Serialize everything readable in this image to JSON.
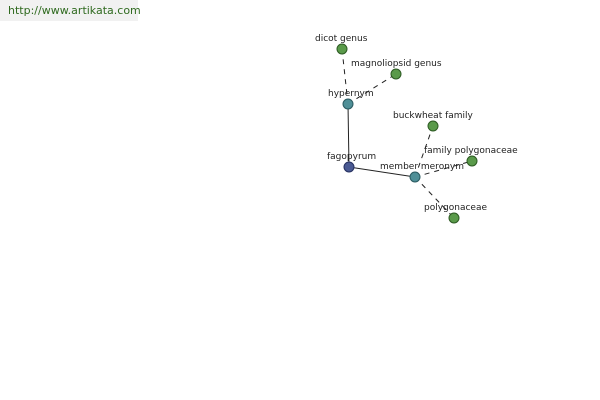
{
  "header": {
    "url": "http://www.artikata.com"
  },
  "graph": {
    "nodes": [
      {
        "id": "dicot",
        "label": "dicot genus",
        "color": "#5a9a4a",
        "stroke": "#2d5a23"
      },
      {
        "id": "magnoliopsid",
        "label": "magnoliopsid genus",
        "color": "#5a9a4a",
        "stroke": "#2d5a23"
      },
      {
        "id": "hypernym",
        "label": "hypernym",
        "color": "#4f8f97",
        "stroke": "#2a5a60"
      },
      {
        "id": "fagopyrum",
        "label": "fagopyrum",
        "color": "#4a5a92",
        "stroke": "#263060"
      },
      {
        "id": "member_meronym",
        "label": "member meronym",
        "color": "#4f8f97",
        "stroke": "#2a5a60"
      },
      {
        "id": "buckwheat",
        "label": "buckwheat family",
        "color": "#5a9a4a",
        "stroke": "#2d5a23"
      },
      {
        "id": "family_poly",
        "label": "family polygonaceae",
        "color": "#5a9a4a",
        "stroke": "#2d5a23"
      },
      {
        "id": "polygonaceae",
        "label": "polygonaceae",
        "color": "#5a9a4a",
        "stroke": "#2d5a23"
      }
    ],
    "edges": [
      {
        "from": "fagopyrum",
        "to": "hypernym",
        "style": "solid"
      },
      {
        "from": "fagopyrum",
        "to": "member_meronym",
        "style": "solid"
      },
      {
        "from": "hypernym",
        "to": "dicot",
        "style": "dashed"
      },
      {
        "from": "hypernym",
        "to": "magnoliopsid",
        "style": "dashed"
      },
      {
        "from": "member_meronym",
        "to": "buckwheat",
        "style": "dashed"
      },
      {
        "from": "member_meronym",
        "to": "family_poly",
        "style": "dashed"
      },
      {
        "from": "member_meronym",
        "to": "polygonaceae",
        "style": "dashed"
      }
    ]
  }
}
